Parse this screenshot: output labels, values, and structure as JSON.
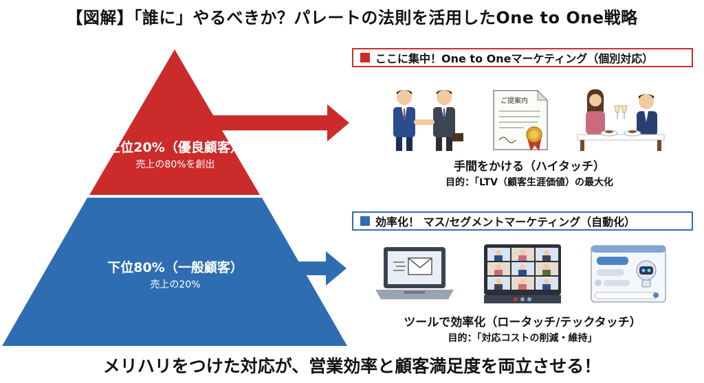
{
  "title": "【図解】「誰に」やるべきか？パレートの法則を活用したOne to One戦略",
  "footer": "メリハリをつけた対応が、営業効率と顧客満足度を両立させる！",
  "colors": {
    "red": "#cc2b2b",
    "blue": "#2f6db3"
  },
  "top_tier": {
    "heading": "上位20%（優良顧客）",
    "sub": "売上の80%を創出"
  },
  "bottom_tier": {
    "heading": "下位80%（一般顧客）",
    "sub": "売上の20%"
  },
  "top_box": {
    "label": "ここに集中！One to Oneマーケティング（個別対応）",
    "doc_text": "ご提案内",
    "caption": "手間をかける（ハイタッチ）",
    "goal": "目的：「LTV（顧客生涯価値）の最大化"
  },
  "bottom_box": {
    "label": "効率化！ マス/セグメントマーケティング（自動化）",
    "caption": "ツールで効率化（ロータッチ/テックタッチ）",
    "goal": "目的：「対応コストの削減・維持」"
  }
}
